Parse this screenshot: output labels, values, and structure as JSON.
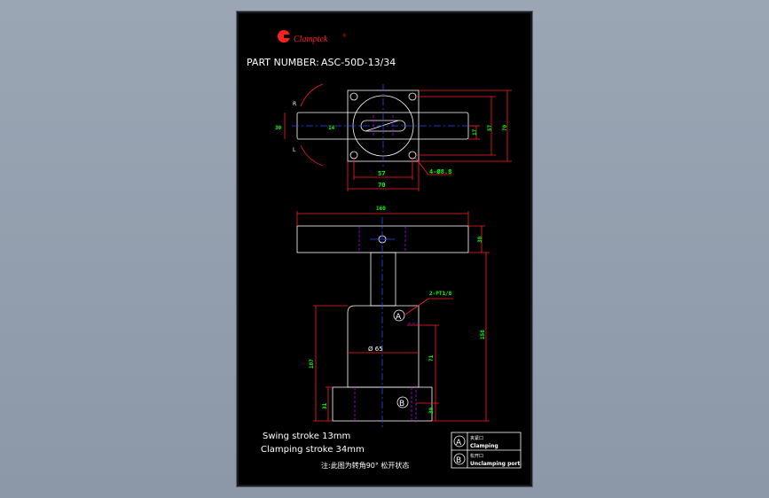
{
  "logo": {
    "mark": "C",
    "text": "Clamptek",
    "reg": "®"
  },
  "part_number": {
    "label": "PART NUMBER:",
    "value": "ASC-50D-13/34"
  },
  "top_view": {
    "rotation_right": "R",
    "rotation_left": "L",
    "dims": {
      "arm_height": "30",
      "hole_dia": "14",
      "bolt_spacing": "57",
      "flange_width": "70",
      "flange_height": "70",
      "inner_height": "57",
      "offset": "17",
      "bolt_holes": "4-Ø8.8"
    }
  },
  "front_view": {
    "dims": {
      "arm_length": "160",
      "arm_thickness": "30",
      "overall_height": "158",
      "body_height": "107",
      "upper_body": "71",
      "base_height": "31",
      "port_height": "30",
      "bore": "Ø 65",
      "ports": "2-PT1/8"
    },
    "port_a": "A",
    "port_b": "B"
  },
  "notes": {
    "swing": "Swing stroke 13mm",
    "clamping": "Clamping stroke 34mm",
    "chinese": "注:此图为转角90° 松开状态"
  },
  "legend": [
    {
      "symbol": "A",
      "cn": "夹紧口",
      "en": "Clamping"
    },
    {
      "symbol": "B",
      "cn": "松开口",
      "en": "Unclamping port"
    }
  ],
  "colors": {
    "background": "#000000",
    "outline": "#ffffff",
    "dimension": "#ff0000",
    "dim_text": "#00ff00",
    "centerline": "#2a4bff",
    "hidden": "#b000ff",
    "logo": "#ff2020"
  }
}
